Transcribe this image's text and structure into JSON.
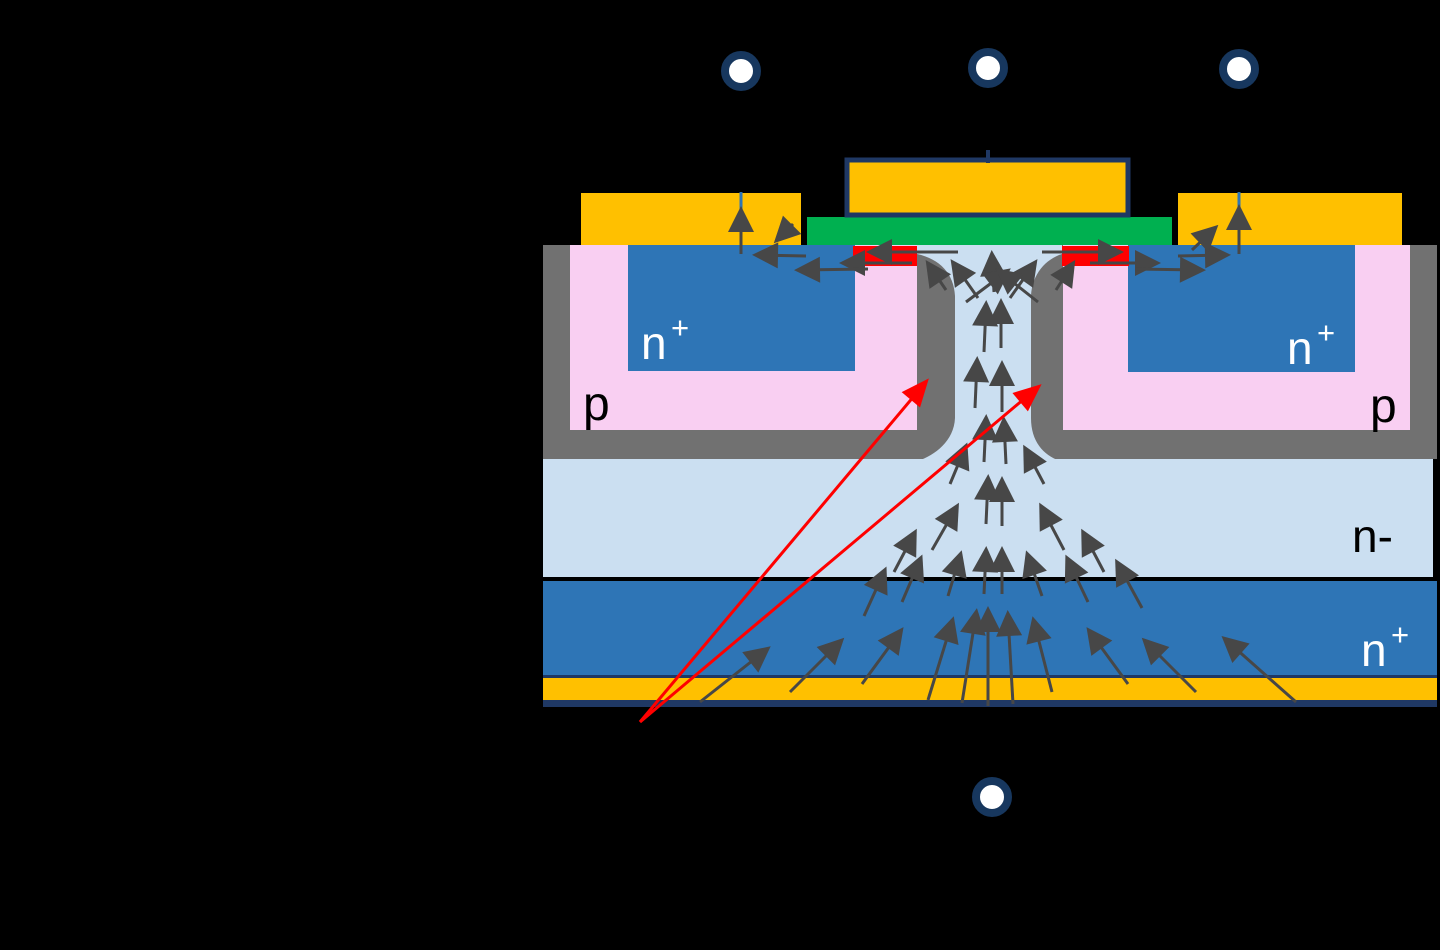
{
  "diagram": {
    "type": "semiconductor-cross-section",
    "description": "power-mosfet-current-flow"
  },
  "labels": {
    "source_left_base": "n",
    "source_left_sup": "+",
    "source_right_base": "n",
    "source_right_sup": "+",
    "body_left": "p",
    "body_right": "p",
    "drift": "n-",
    "substrate_base": "n",
    "substrate_sup": "+"
  },
  "colors": {
    "background": "#000000",
    "metal": "#FFC000",
    "navy": "#1F3864",
    "gate_green": "#00B050",
    "channel_red": "#FF0000",
    "p_body": "#F9CFF2",
    "n_plus": "#2E75B6",
    "n_drift": "#CBDFF1",
    "depletion_gray": "#717171",
    "arrow": "#474747",
    "pointer_red": "#FF0000",
    "label_light": "#FFFFFF",
    "label_dark": "#000000",
    "terminal_ring": "#17375E",
    "connector_blue": "#2E75B6"
  }
}
